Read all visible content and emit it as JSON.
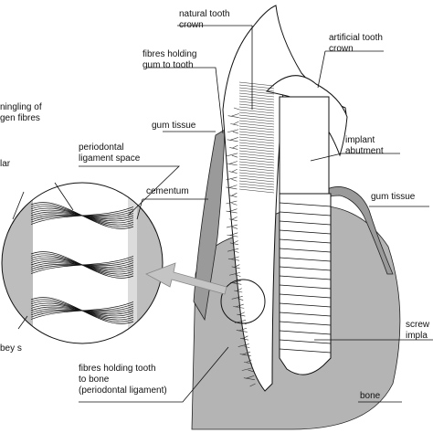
{
  "colors": {
    "background": "#ffffff",
    "bone": "#b4b4b4",
    "magnifier": "#bdbdbd",
    "ink": "#111111",
    "arrow": "#c4c4c4"
  },
  "icons": [
    "magnifier-circle",
    "pointer-arrow"
  ],
  "labels": {
    "natural_crown": [
      "natural tooth",
      "crown"
    ],
    "artificial_crown": [
      "artificial tooth",
      "crown"
    ],
    "fibres_gum": [
      "fibres holding",
      "gum to tooth"
    ],
    "gum_left": [
      "gum tissue"
    ],
    "abutment": [
      "implant",
      "abutment"
    ],
    "gum_right": [
      "gum tissue"
    ],
    "pdl_space": [
      "periodontal",
      "ligament space"
    ],
    "cementum": [
      "cementum"
    ],
    "intermingling": [
      "ningling of",
      "gen fibres"
    ],
    "alveolar": [
      "lar"
    ],
    "sharpey": [
      "bey s"
    ],
    "screw": [
      "screw",
      "impla"
    ],
    "fibres_bone": [
      "fibres holding tooth",
      "to bone",
      "(periodontal ligament)"
    ],
    "bone": [
      "bone"
    ]
  }
}
